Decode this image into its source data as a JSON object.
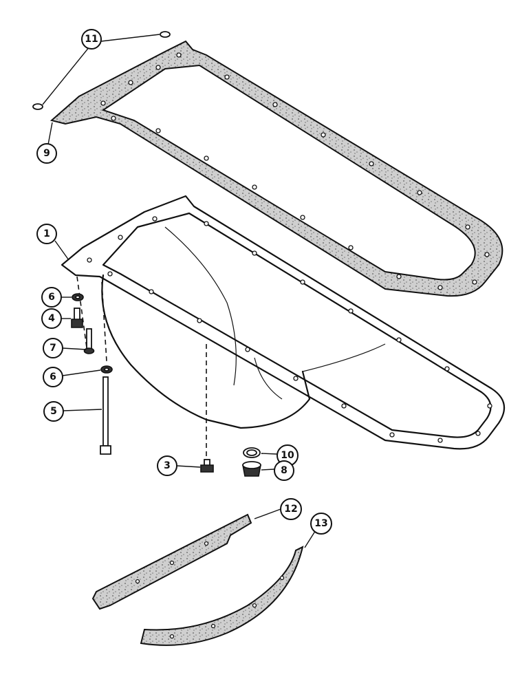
{
  "callouts": [
    {
      "id": "c1",
      "label": "1"
    },
    {
      "id": "c3",
      "label": "3"
    },
    {
      "id": "c4",
      "label": "4"
    },
    {
      "id": "c5",
      "label": "5"
    },
    {
      "id": "c6a",
      "label": "6"
    },
    {
      "id": "c6b",
      "label": "6"
    },
    {
      "id": "c7",
      "label": "7"
    },
    {
      "id": "c8",
      "label": "8"
    },
    {
      "id": "c9",
      "label": "9"
    },
    {
      "id": "c10",
      "label": "10"
    },
    {
      "id": "c11",
      "label": "11"
    },
    {
      "id": "c12",
      "label": "12"
    },
    {
      "id": "c13",
      "label": "13"
    }
  ]
}
